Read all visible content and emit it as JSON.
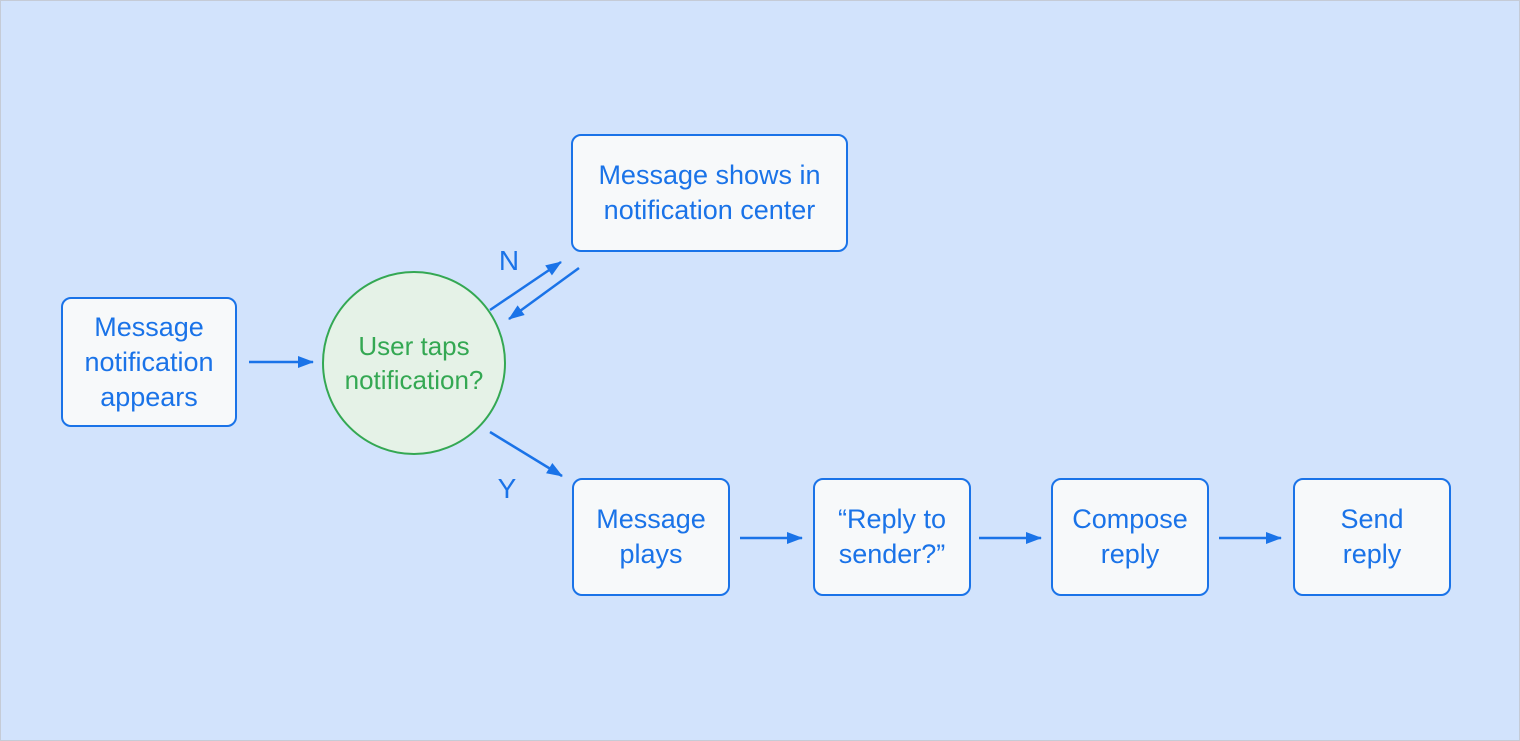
{
  "diagram": {
    "type": "flowchart",
    "colors": {
      "background": "#d2e3fc",
      "node_fill": "#f7f9fa",
      "node_border": "#1a73e8",
      "node_text": "#1a73e8",
      "decision_fill": "#e5f2e7",
      "decision_border": "#34a853",
      "decision_text": "#34a853",
      "arrow": "#1a73e8",
      "edge_label_text": "#1a73e8"
    },
    "nodes": {
      "start": {
        "shape": "rounded-rectangle",
        "label": "Message\nnotification\nappears"
      },
      "decision": {
        "shape": "circle",
        "label": "User taps\nnotification?"
      },
      "notification_center": {
        "shape": "rounded-rectangle",
        "label": "Message shows in\nnotification center"
      },
      "message_plays": {
        "shape": "rounded-rectangle",
        "label": "Message\nplays"
      },
      "reply_to_sender": {
        "shape": "rounded-rectangle",
        "label": "“Reply to\nsender?”"
      },
      "compose_reply": {
        "shape": "rounded-rectangle",
        "label": "Compose\nreply"
      },
      "send_reply": {
        "shape": "rounded-rectangle",
        "label": "Send\nreply"
      }
    },
    "edge_labels": {
      "no": "N",
      "yes": "Y"
    },
    "edges": [
      {
        "from": "start",
        "to": "decision",
        "label": ""
      },
      {
        "from": "decision",
        "to": "notification_center",
        "label": "N"
      },
      {
        "from": "notification_center",
        "to": "decision",
        "label": ""
      },
      {
        "from": "decision",
        "to": "message_plays",
        "label": "Y"
      },
      {
        "from": "message_plays",
        "to": "reply_to_sender",
        "label": ""
      },
      {
        "from": "reply_to_sender",
        "to": "compose_reply",
        "label": ""
      },
      {
        "from": "compose_reply",
        "to": "send_reply",
        "label": ""
      }
    ]
  }
}
